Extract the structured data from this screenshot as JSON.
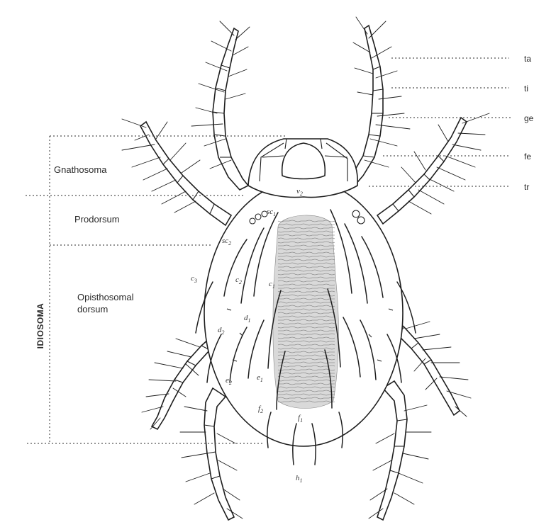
{
  "side_label": "IDIOSOMA",
  "regions": {
    "gnathosoma": "Gnathosoma",
    "prodorsum": "Prodorsum",
    "opisthosomal_line1": "Opisthosomal",
    "opisthosomal_line2": "dorsum"
  },
  "leg_segments": {
    "ta": "ta",
    "ti": "ti",
    "ge": "ge",
    "fe": "fe",
    "tr": "tr"
  },
  "setae": {
    "v2": "v",
    "v2_sub": "2",
    "sc1": "sc",
    "sc1_sub": "1",
    "sc2": "sc",
    "sc2_sub": "2",
    "c3": "c",
    "c3_sub": "3",
    "c2": "c",
    "c2_sub": "2",
    "c1": "c",
    "c1_sub": "1",
    "d1": "d",
    "d1_sub": "1",
    "d2": "d",
    "d2_sub": "2",
    "e1": "e",
    "e1_sub": "1",
    "e2": "e",
    "e2_sub": "2",
    "f1": "f",
    "f1_sub": "1",
    "f2": "f",
    "f2_sub": "2",
    "h1": "h",
    "h1_sub": "1"
  },
  "colors": {
    "ink": "#1e1e1e",
    "texture": "#6d6d6d",
    "background": "#ffffff"
  }
}
